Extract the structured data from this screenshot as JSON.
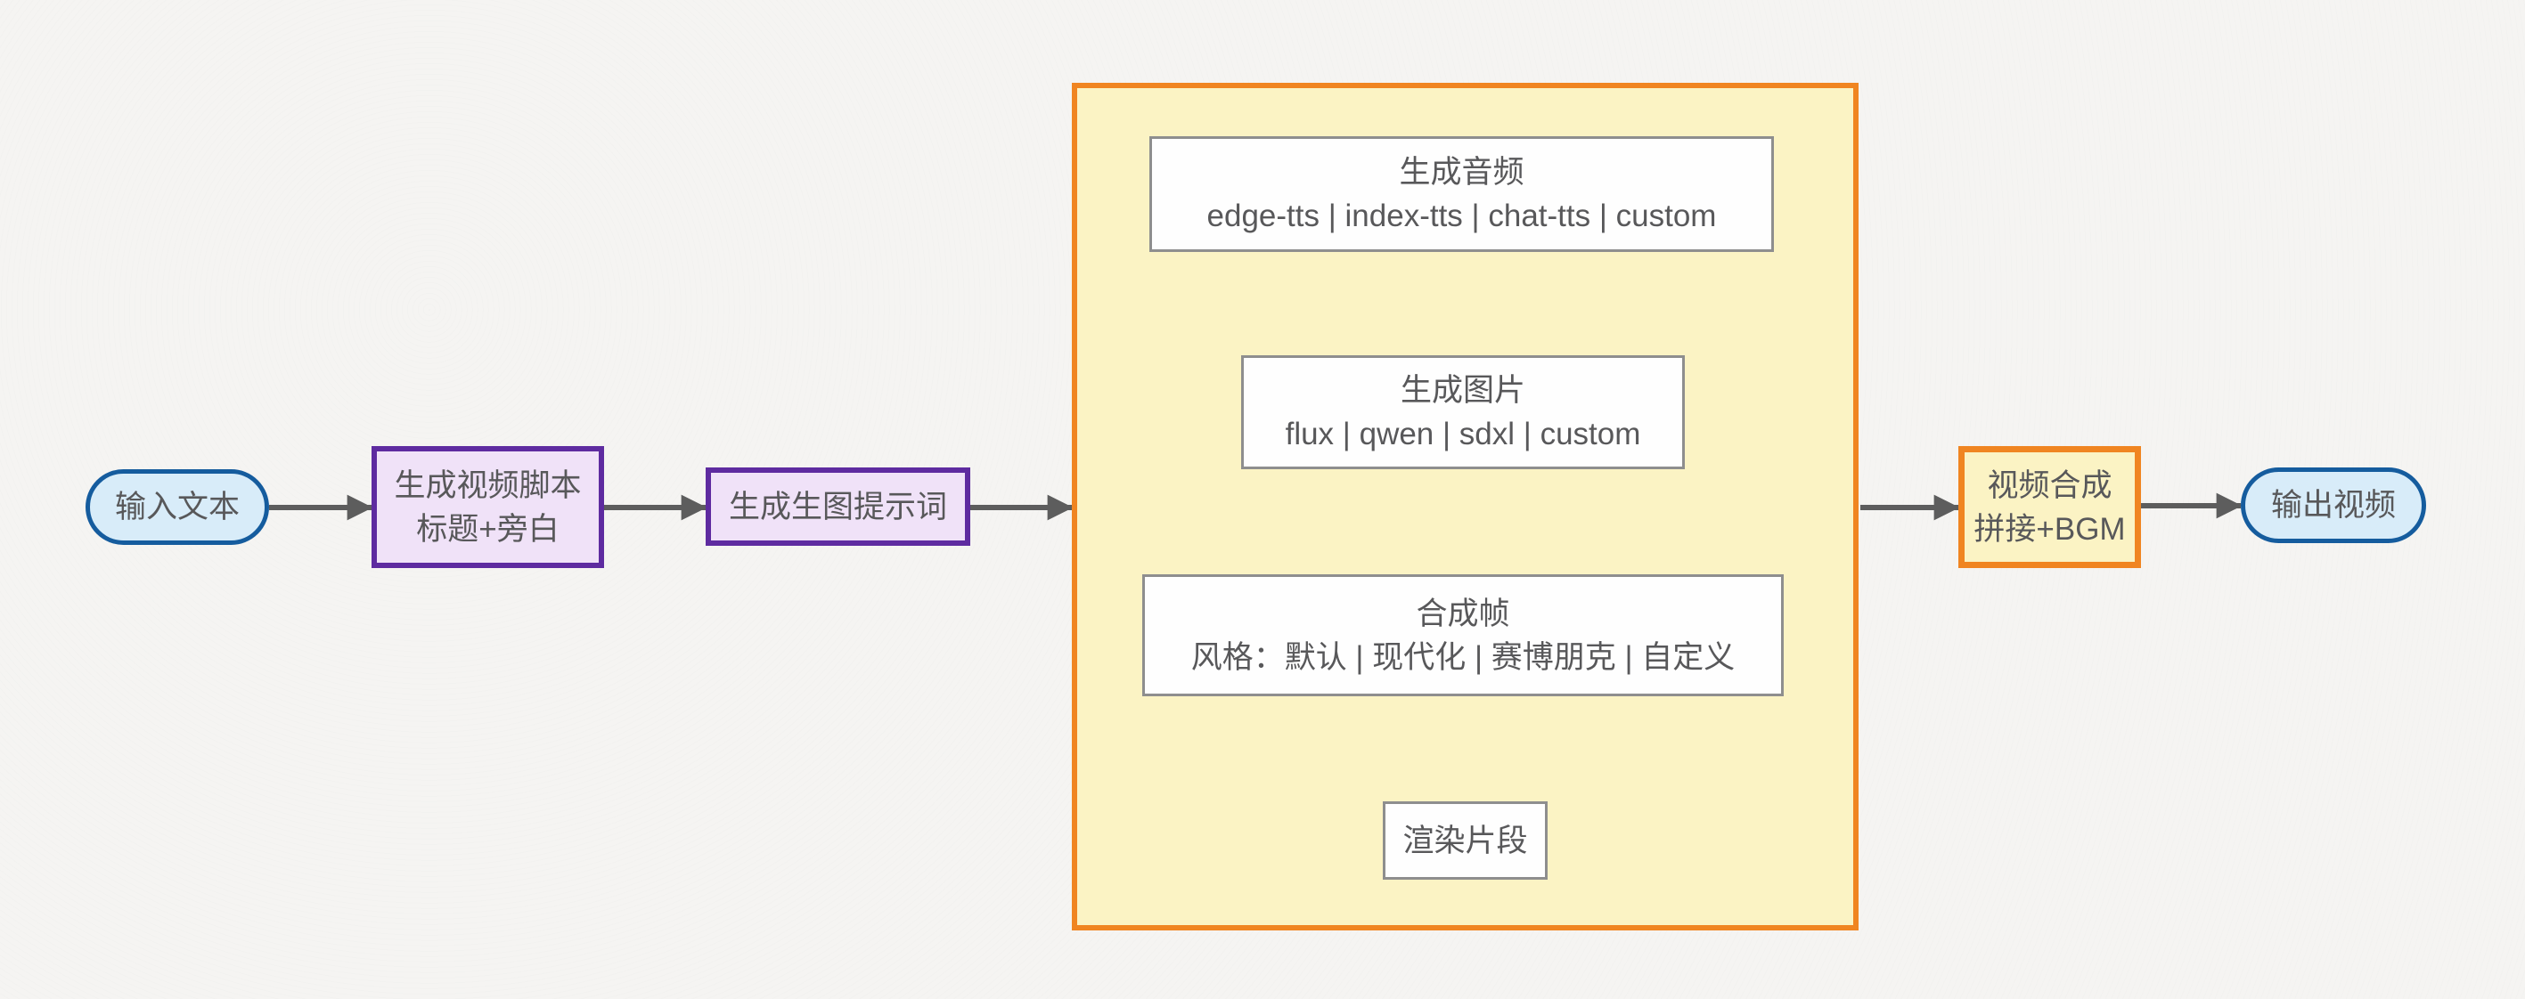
{
  "diagram": {
    "nodes": {
      "input_text": {
        "label": "输入文本"
      },
      "gen_script": {
        "line1": "生成视频脚本",
        "line2": "标题+旁白"
      },
      "gen_prompt": {
        "label": "生成生图提示词"
      },
      "gen_audio": {
        "title": "生成音频",
        "options": "edge-tts | index-tts | chat-tts | custom"
      },
      "gen_image": {
        "title": "生成图片",
        "options": "flux | qwen | sdxl | custom"
      },
      "compose_frame": {
        "title": "合成帧",
        "options": "风格：默认 | 现代化 | 赛博朋克 | 自定义"
      },
      "render_clip": {
        "label": "渲染片段"
      },
      "video_compose": {
        "line1": "视频合成",
        "line2": "拼接+BGM"
      },
      "output_video": {
        "label": "输出视频"
      }
    },
    "colors": {
      "background": "#f5f4f2",
      "stadium_fill": "#d8ecf9",
      "stadium_border": "#155c9e",
      "process_fill": "#f0e2f8",
      "process_border": "#5e2ba0",
      "container_fill": "#fbf3c4",
      "container_border": "#f08521",
      "step_fill": "#fefefe",
      "step_border": "#8e8e8e",
      "arrow": "#5d5d5d",
      "text": "#58585a"
    }
  }
}
